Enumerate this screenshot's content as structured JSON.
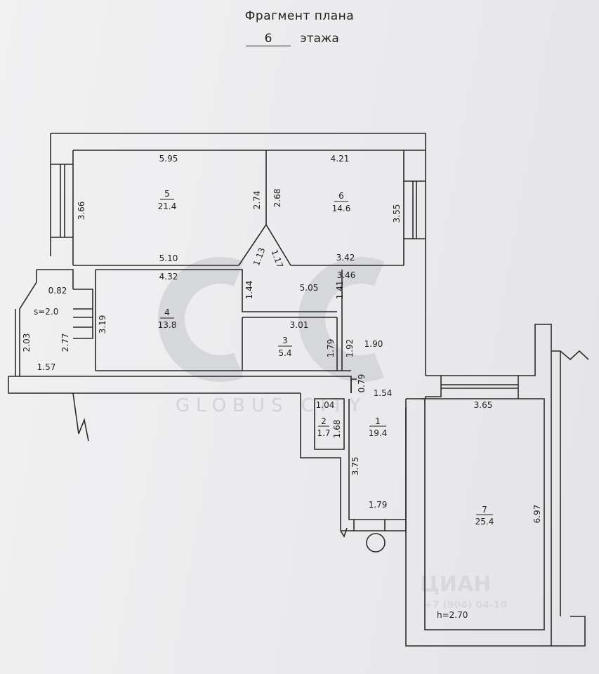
{
  "title": {
    "line1": "Фрагмент плана",
    "floor_number": "6",
    "floor_word": "этажа"
  },
  "rooms": [
    {
      "number": "5",
      "area": "21.4"
    },
    {
      "number": "6",
      "area": "14.6"
    },
    {
      "number": "4",
      "area": "13.8"
    },
    {
      "number": "3",
      "area": "5.4"
    },
    {
      "number": "2",
      "area": "1.7"
    },
    {
      "number": "1",
      "area": "19.4"
    },
    {
      "number": "7",
      "area": "25.4"
    }
  ],
  "balcony": {
    "area_label": "s=2.0"
  },
  "dimensions": {
    "r5_top": "5.95",
    "r5_left": "3.66",
    "r5_right": "2.74",
    "r5_bottom": "5.10",
    "r6_top": "4.21",
    "r6_left": "2.68",
    "r6_right": "3.55",
    "r6_bottom": "3.42",
    "diag_a": "1.13",
    "diag_b": "1.17",
    "r4_top": "4.32",
    "r4_left": "3.19",
    "r4_right": "1.44",
    "hall_width": "5.05",
    "hall_right": "1.41",
    "hall_top_right": "3.46",
    "r3_top": "3.01",
    "r3_right": "1.79",
    "hall_mid": "1.92",
    "hall_side": "1.90",
    "balcony_top": "0.82",
    "balcony_left": "2.03",
    "balcony_right": "2.77",
    "balcony_bottom": "1.57",
    "r1_gap": "0.79",
    "r1_top": "1.54",
    "r2_top": "1.04",
    "r2_right": "1.68",
    "r1_left": "3.75",
    "r1_bottom": "1.79",
    "r7_top": "3.65",
    "r7_right": "6.97",
    "r7_height": "h=2.70"
  },
  "watermarks": {
    "brand": "GLOBUS CITY",
    "site": "ЦИАН",
    "phone": "+7 (904) 04-10"
  }
}
